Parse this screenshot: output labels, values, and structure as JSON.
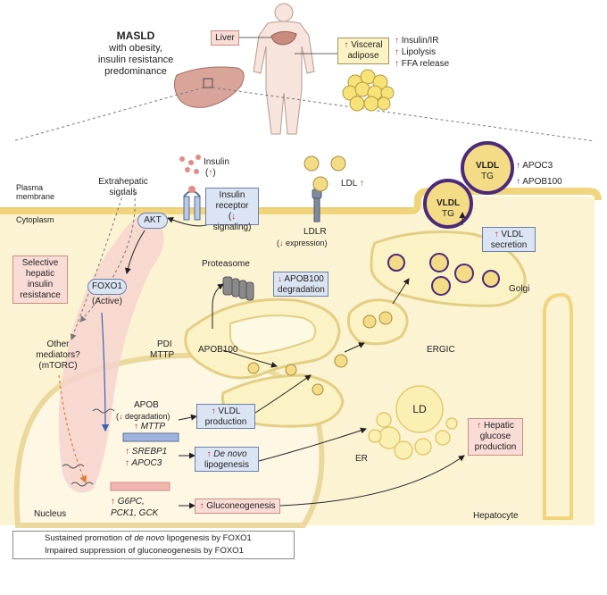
{
  "header": {
    "title": "MASLD",
    "subtitle_lines": [
      "with obesity,",
      "insulin resistance",
      "predominance"
    ],
    "liver_label": "Liver",
    "visceral_lines": [
      "Visceral",
      "adipose"
    ],
    "effects": [
      "Insulin/IR",
      "Lipolysis",
      "FFA release"
    ]
  },
  "membrane": {
    "plasma_lines": [
      "Plasma",
      "membrane"
    ],
    "cytoplasm": "Cytoplasm",
    "extrahepatic_lines": [
      "Extrahepatic",
      "signals"
    ]
  },
  "insulin": {
    "label": "Insulin",
    "receptor_lines": [
      "Insulin",
      "receptor",
      "signaling)"
    ]
  },
  "ldl": {
    "label": "LDL",
    "receptor": "LDLR",
    "expression": "expression)"
  },
  "vldl": {
    "vldl": "VLDL",
    "tg": "TG",
    "apoc3": "APOC3",
    "apob100": "APOB100",
    "secretion_lines": [
      "VLDL",
      "secretion"
    ]
  },
  "signaling": {
    "akt": "AKT",
    "selective_lines": [
      "Selective",
      "hepatic",
      "insulin",
      "resistance"
    ],
    "foxo1": "FOXO1",
    "active": "(Active)",
    "other_lines": [
      "Other",
      "mediators?",
      "(mTORC)"
    ]
  },
  "organelles": {
    "proteasome": "Proteasome",
    "degradation_lines": [
      "APOB100",
      "degradation"
    ],
    "golgi": "Golgi",
    "ergic": "ERGIC",
    "er": "ER",
    "ld": "LD",
    "pdi": "PDI",
    "mttp": "MTTP",
    "apob100": "APOB100"
  },
  "nucleus": {
    "label": "Nucleus",
    "apob": "APOB",
    "apob_deg": "degradation)",
    "mttp": "MTTP",
    "srebp1": "SREBP1",
    "apoc3": "APOC3",
    "genes_line1": "G6PC,",
    "genes_line2": "PCK1, GCK"
  },
  "outputs": {
    "vldl_production_lines": [
      "VLDL",
      "production"
    ],
    "de_novo": "De novo",
    "lipogenesis": "lipogenesis",
    "gluconeogenesis": "Gluconeogenesis",
    "hepatic_glucose_lines": [
      "Hepatic",
      "glucose",
      "production"
    ],
    "hepatocyte": "Hepatocyte"
  },
  "legend": {
    "line1_pre": "Sustained promotion of ",
    "line1_ital": "de novo",
    "line1_post": " lipogenesis by FOXO1",
    "line2": "Impaired suppression of gluconeogenesis by FOXO1"
  },
  "colors": {
    "cell_fill": "#fcf3d2",
    "cell_border": "#f1d57c",
    "nucleus_fill": "#fdf7e4",
    "pink_zone": "#f6d4cf",
    "blue_arrow": "#3d63b5",
    "orange_arrow": "#e07b39",
    "vldl_ring": "#4b2a7a",
    "accent_red": "#c0282b"
  }
}
